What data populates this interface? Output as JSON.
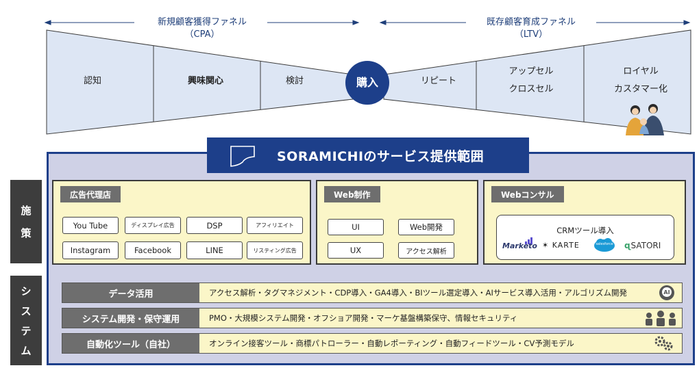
{
  "funnel": {
    "left_title": "新規顧客獲得ファネル",
    "left_sub": "（CPA）",
    "right_title": "既存顧客育成ファネル",
    "right_sub": "（LTV）",
    "stages_left": [
      "認知",
      "興味関心",
      "検討"
    ],
    "center": "購入",
    "stages_right": [
      "リピート",
      "アップセル",
      "クロスセル",
      "ロイヤル",
      "カスタマー化"
    ]
  },
  "scope": {
    "title": "SORAMICHIのサービス提供範囲"
  },
  "side": {
    "policy": [
      "施",
      "策"
    ],
    "system": [
      "シ",
      "ス",
      "テ",
      "ム"
    ]
  },
  "categories": {
    "ad": {
      "label": "広告代理店",
      "chips": [
        "You Tube",
        "ディスプレイ広告",
        "DSP",
        "アフィリエイト",
        "Instagram",
        "Facebook",
        "LINE",
        "リスティング広告"
      ]
    },
    "web": {
      "label": "Web制作",
      "chips": [
        "UI",
        "Web開発",
        "UX",
        "アクセス解析"
      ]
    },
    "consult": {
      "label": "Webコンサル",
      "crm_title": "CRMツール導入",
      "logos": [
        "Marketo",
        "KARTE",
        "salesforce",
        "SATORI"
      ]
    }
  },
  "systems": [
    {
      "label": "データ活用",
      "text": "アクセス解析・タグマネジメント・CDP導入・GA4導入・BIツール選定導入・AIサービス導入活用・アルゴリズム開発",
      "icon": "ai-head-icon"
    },
    {
      "label": "システム開発・保守運用",
      "text": "PMO・大規模システム開発・オフショア開発・マーケ基盤構築保守、情報セキュリティ",
      "icon": "team-icon"
    },
    {
      "label": "自動化ツール（自社）",
      "text": "オンライン接客ツール・商標パトローラー・自動レポーティング・自動フィードツール・CV予測モデル",
      "icon": "gears-icon"
    }
  ],
  "colors": {
    "navy": "#1d3f8a",
    "funnel_fill": "#dde6f4",
    "panel": "#cfd1e6",
    "cream": "#fbf6c8",
    "gray": "#6e6e6e"
  }
}
